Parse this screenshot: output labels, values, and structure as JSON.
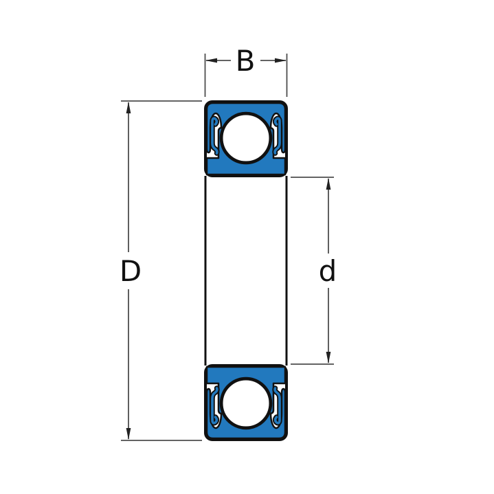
{
  "drawing": {
    "type": "deep-groove-ball-bearing-cross-section",
    "dimensions": {
      "width_label": "B",
      "outer_diameter_label": "D",
      "bore_diameter_label": "d"
    },
    "colors": {
      "bearing_blue": "#2279BE",
      "outline": "#111111",
      "dimension_line": "#4D4D4D",
      "background": "#FFFFFF"
    }
  }
}
